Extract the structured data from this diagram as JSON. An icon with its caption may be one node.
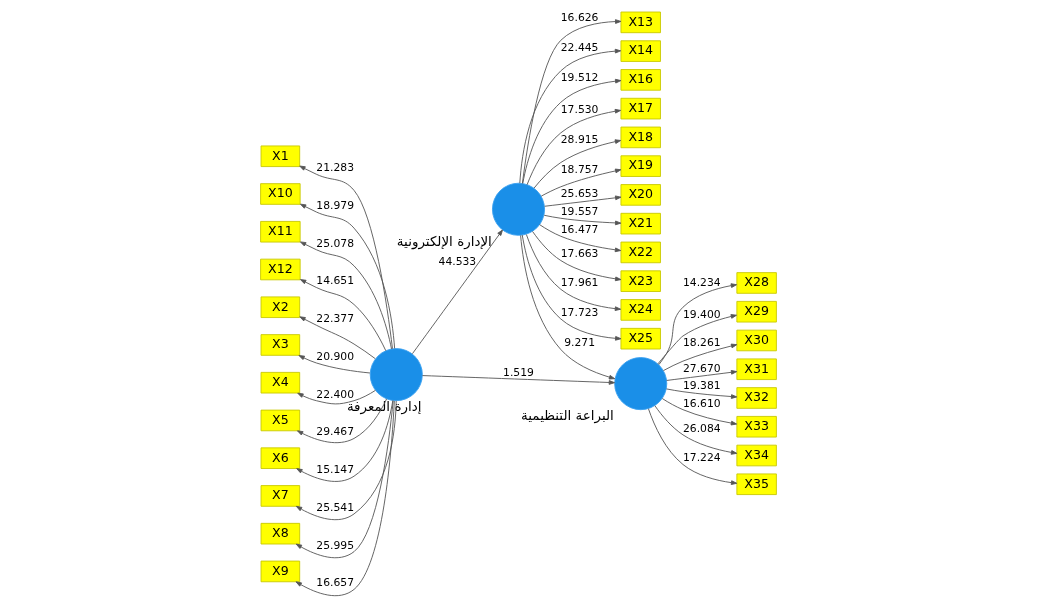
{
  "diagram": {
    "nodes": [
      {
        "text": [
          "X13"
        ]
      },
      {
        "text": [
          "X14"
        ]
      },
      {
        "text": [
          "X16"
        ]
      },
      {
        "text": [
          "X17"
        ]
      },
      {
        "text": [
          "X18"
        ]
      },
      {
        "text": [
          "X19"
        ]
      },
      {
        "text": [
          "X20"
        ]
      },
      {
        "text": [
          "X21"
        ]
      },
      {
        "text": [
          "X22"
        ]
      },
      {
        "text": [
          "X23"
        ]
      },
      {
        "text": [
          "X24"
        ]
      },
      {
        "text": [
          "X25"
        ]
      },
      {
        "text": [
          "الإدارة الإلكترونية"
        ]
      },
      {
        "text": [
          "X1"
        ]
      },
      {
        "text": [
          "X10"
        ]
      },
      {
        "text": [
          "X11"
        ]
      },
      {
        "text": [
          "X12"
        ]
      },
      {
        "text": [
          "X2"
        ]
      },
      {
        "text": [
          "X3"
        ]
      },
      {
        "text": [
          "X4"
        ]
      },
      {
        "text": [
          "X5"
        ]
      },
      {
        "text": [
          "X6"
        ]
      },
      {
        "text": [
          "X7"
        ]
      },
      {
        "text": [
          "X8"
        ]
      },
      {
        "text": [
          "X9"
        ]
      },
      {
        "text": [
          "إدارة المعرفة"
        ]
      },
      {
        "text": [
          "X28"
        ]
      },
      {
        "text": [
          "X29"
        ]
      },
      {
        "text": [
          "X30"
        ]
      },
      {
        "text": [
          "X31"
        ]
      },
      {
        "text": [
          "X32"
        ]
      },
      {
        "text": [
          "X33"
        ]
      },
      {
        "text": [
          "X34"
        ]
      },
      {
        "text": [
          "X35"
        ]
      },
      {
        "text": [
          "البراعة التنظيمية"
        ]
      }
    ],
    "edges": [
      {
        "from": 12,
        "to": 0,
        "arrow": "to",
        "label": "16.626"
      },
      {
        "from": 12,
        "to": 1,
        "arrow": "to",
        "label": "22.445"
      },
      {
        "from": 12,
        "to": 2,
        "arrow": "to",
        "label": "19.512"
      },
      {
        "from": 12,
        "to": 3,
        "arrow": "to",
        "label": "17.530"
      },
      {
        "from": 12,
        "to": 4,
        "arrow": "to",
        "label": "28.915"
      },
      {
        "from": 12,
        "to": 5,
        "arrow": "to",
        "label": "18.757"
      },
      {
        "from": 12,
        "to": 6,
        "arrow": "to",
        "label": "25.653"
      },
      {
        "from": 12,
        "to": 7,
        "arrow": "to",
        "label": "19.557"
      },
      {
        "from": 12,
        "to": 8,
        "arrow": "to",
        "label": "16.477"
      },
      {
        "from": 12,
        "to": 9,
        "arrow": "to",
        "label": "17.663"
      },
      {
        "from": 12,
        "to": 10,
        "arrow": "to",
        "label": "17.961"
      },
      {
        "from": 12,
        "to": 11,
        "arrow": "to",
        "label": "17.723"
      },
      {
        "from": 25,
        "to": 13,
        "arrow": "to",
        "label": "21.283"
      },
      {
        "from": 25,
        "to": 14,
        "arrow": "to",
        "label": "18.979"
      },
      {
        "from": 25,
        "to": 15,
        "arrow": "to",
        "label": "25.078"
      },
      {
        "from": 25,
        "to": 16,
        "arrow": "to",
        "label": "14.651"
      },
      {
        "from": 25,
        "to": 17,
        "arrow": "to",
        "label": "22.377"
      },
      {
        "from": 25,
        "to": 18,
        "arrow": "to",
        "label": "20.900"
      },
      {
        "from": 25,
        "to": 19,
        "arrow": "to",
        "label": "22.400"
      },
      {
        "from": 25,
        "to": 20,
        "arrow": "to",
        "label": "29.467"
      },
      {
        "from": 25,
        "to": 21,
        "arrow": "to",
        "label": "15.147"
      },
      {
        "from": 25,
        "to": 22,
        "arrow": "to",
        "label": "25.541"
      },
      {
        "from": 25,
        "to": 23,
        "arrow": "to",
        "label": "25.995"
      },
      {
        "from": 25,
        "to": 24,
        "arrow": "to",
        "label": "16.657"
      },
      {
        "from": 25,
        "to": 12,
        "arrow": "to",
        "label": "44.533"
      },
      {
        "from": 12,
        "to": 34,
        "arrow": "to",
        "label": "9.271"
      },
      {
        "from": 25,
        "to": 34,
        "arrow": "to",
        "label": "1.519"
      },
      {
        "from": 34,
        "to": 26,
        "arrow": "to",
        "label": "14.234"
      },
      {
        "from": 34,
        "to": 27,
        "arrow": "to",
        "label": "19.400"
      },
      {
        "from": 34,
        "to": 28,
        "arrow": "to",
        "label": "18.261"
      },
      {
        "from": 34,
        "to": 29,
        "arrow": "to",
        "label": "27.670"
      },
      {
        "from": 34,
        "to": 30,
        "arrow": "to",
        "label": "19.381"
      },
      {
        "from": 34,
        "to": 31,
        "arrow": "to",
        "label": "16.610"
      },
      {
        "from": 34,
        "to": 32,
        "arrow": "to",
        "label": "26.084"
      },
      {
        "from": 34,
        "to": 33,
        "arrow": "to",
        "label": "17.224"
      }
    ]
  }
}
